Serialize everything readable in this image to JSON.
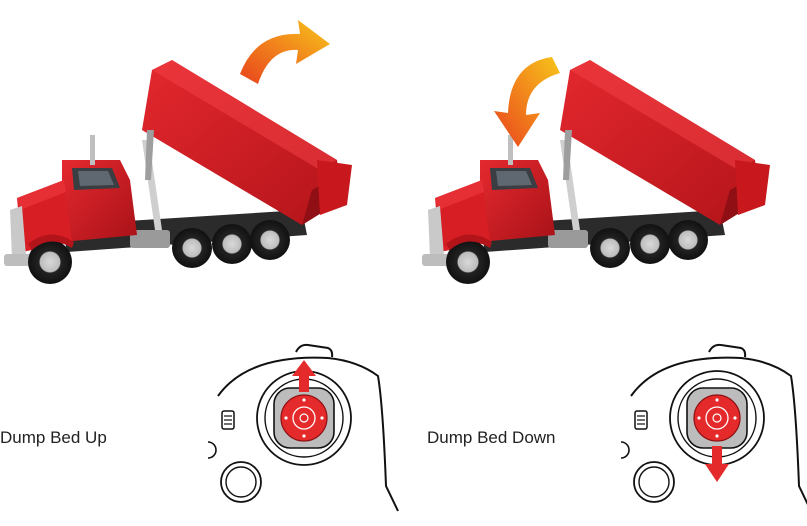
{
  "instructions": [
    {
      "label": "Dump Bed Up",
      "arrow_direction": "up",
      "bed_motion": "raise"
    },
    {
      "label": "Dump Bed Down",
      "arrow_direction": "down",
      "bed_motion": "lower"
    }
  ],
  "colors": {
    "truck_red": "#d81e25",
    "accent_red": "#e42a2a",
    "arrow_orange": "#f28a1c",
    "arrow_yellow": "#f7c51a",
    "outline": "#111111",
    "chassis": "#2b2b2b"
  },
  "icons": [
    "dump-truck-raising",
    "dump-truck-lowering",
    "curved-arrow-up",
    "curved-arrow-down",
    "remote-controller",
    "joystick-arrow-up",
    "joystick-arrow-down"
  ]
}
